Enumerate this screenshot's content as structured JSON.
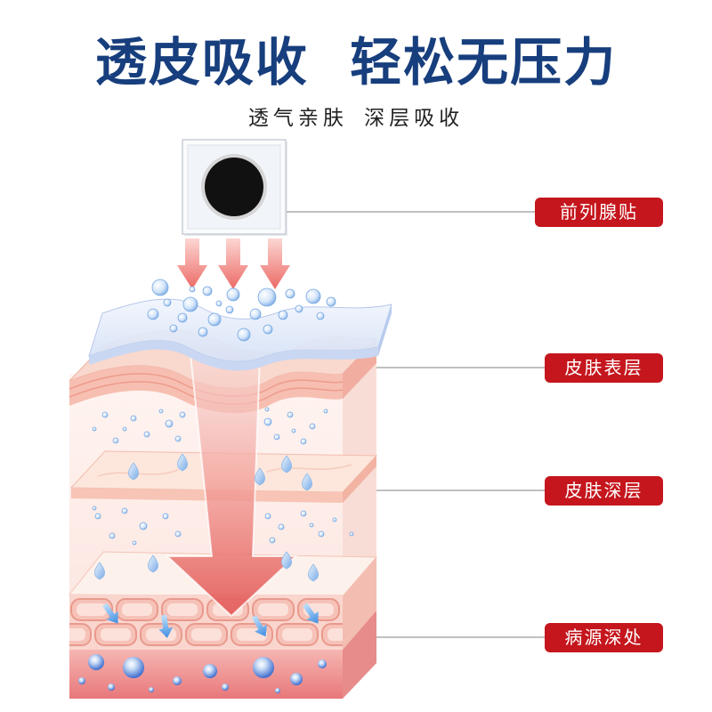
{
  "title": "透皮吸收 轻松无压力",
  "subtitle": "透气亲肤 深层吸收",
  "labels": {
    "patch": "前列腺贴",
    "skin_surface": "皮肤表层",
    "skin_deep": "皮肤深层",
    "pathogen_depth": "病源深处"
  },
  "colors": {
    "title": "#173e7d",
    "subtitle": "#222222",
    "label_background": "#c5161d",
    "label_text": "#ffffff",
    "leader_line": "#9a9a9a"
  }
}
